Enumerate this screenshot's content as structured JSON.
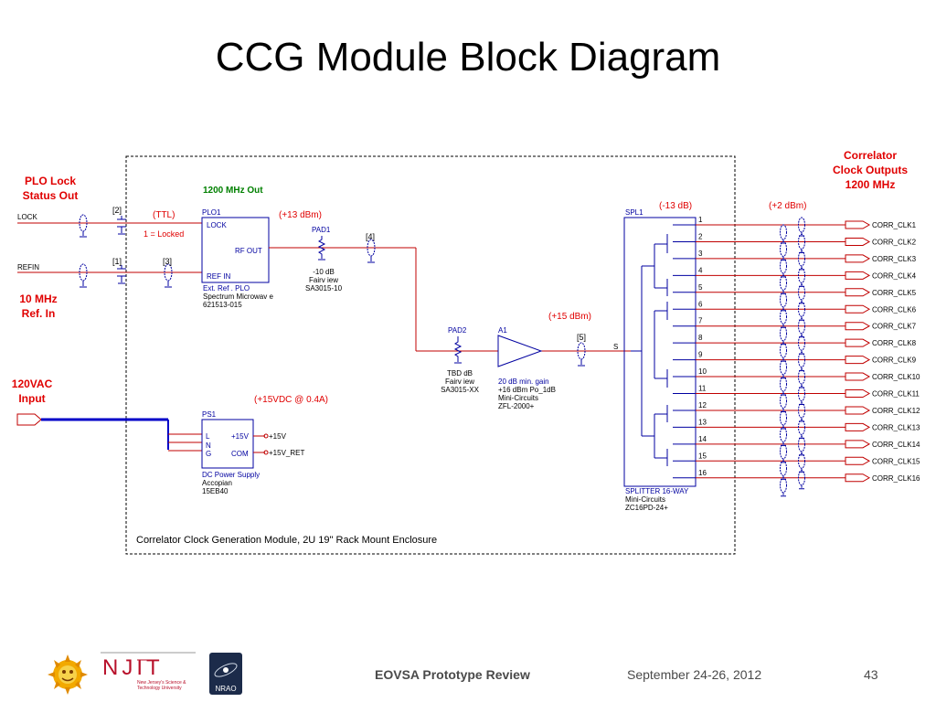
{
  "slide": {
    "title": "CCG Module Block Diagram",
    "footer": {
      "event": "EOVSA Prototype Review",
      "dates": "September 24-26, 2012",
      "page": "43"
    },
    "logos": {
      "njit_name": "NJIT",
      "njit_sub1": "New Jersey's Science &",
      "njit_sub2": "Technology University",
      "nrao": "NRAO"
    }
  },
  "diagram": {
    "left_labels": {
      "plo_lock": [
        "PLO Lock",
        "Status Out"
      ],
      "ref_in": [
        "10 MHz",
        "Ref. In"
      ],
      "vac": [
        "120VAC",
        "Input"
      ]
    },
    "right_title": [
      "Correlator",
      "Clock Outputs",
      "1200 MHz"
    ],
    "signals": {
      "lock": "LOCK",
      "refin": "REFIN"
    },
    "notes": {
      "out_1200": "1200 MHz Out",
      "ttl": "(TTL)",
      "locked": "1 = Locked",
      "p13dbm": "(+13 dBm)",
      "m13db": "(-13 dB)",
      "p2dbm": "(+2 dBm)",
      "p15dbm": "(+15 dBm)",
      "p15vdc": "(+15VDC @ 0.4A)",
      "ref2": "[2]",
      "ref1": "[1]",
      "ref3": "[3]",
      "ref4": "[4]",
      "ref5": "[5]"
    },
    "plo1": {
      "ref": "PLO1",
      "lock": "LOCK",
      "rf_out": "RF OUT",
      "ref_in": "REF IN",
      "desc": [
        "Ext. Ref . PLO",
        "Spectrum Microwav e",
        "621513-015"
      ]
    },
    "pad1": {
      "ref": "PAD1",
      "desc": [
        "-10 dB",
        "Fairv iew",
        "SA3015-10"
      ]
    },
    "pad2": {
      "ref": "PAD2",
      "desc": [
        "TBD dB",
        "Fairv iew",
        "SA3015-XX"
      ]
    },
    "a1": {
      "ref": "A1",
      "desc": [
        "20 dB min. gain",
        "+16 dBm Po_1dB",
        "Mini-Circuits",
        "ZFL-2000+"
      ]
    },
    "spl1": {
      "ref": "SPL1",
      "s": "S",
      "desc": [
        "SPLITTER 16-WAY",
        "Mini-Circuits",
        "ZC16PD-24+"
      ]
    },
    "ps1": {
      "ref": "PS1",
      "pins": [
        "L",
        "N",
        "G"
      ],
      "p15v": "+15V",
      "com": "COM",
      "out_p15v": "+15V",
      "out_ret": "+15V_RET",
      "desc": [
        "DC Power Supply",
        "Accopian",
        "15EB40"
      ]
    },
    "port_numbers": [
      "1",
      "2",
      "3",
      "4",
      "5",
      "6",
      "7",
      "8",
      "9",
      "10",
      "11",
      "12",
      "13",
      "14",
      "15",
      "16"
    ],
    "outputs": [
      "CORR_CLK1",
      "CORR_CLK2",
      "CORR_CLK3",
      "CORR_CLK4",
      "CORR_CLK5",
      "CORR_CLK6",
      "CORR_CLK7",
      "CORR_CLK8",
      "CORR_CLK9",
      "CORR_CLK10",
      "CORR_CLK11",
      "CORR_CLK12",
      "CORR_CLK13",
      "CORR_CLK14",
      "CORR_CLK15",
      "CORR_CLK16"
    ],
    "enclosure_label": "Correlator Clock Generation Module, 2U 19\" Rack Mount Enclosure"
  }
}
